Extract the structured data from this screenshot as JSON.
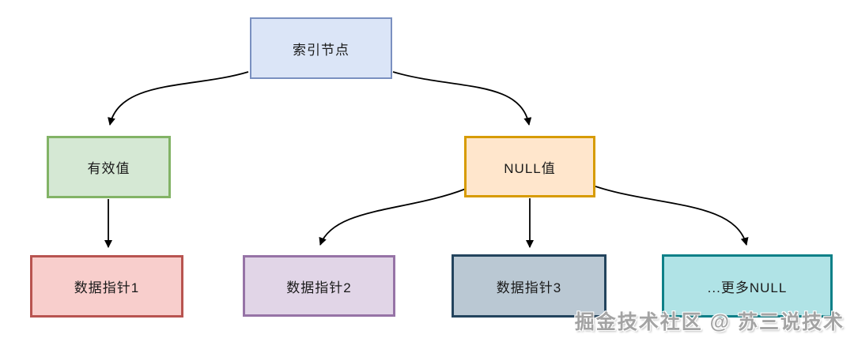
{
  "diagram": {
    "title_hint": "index-null-value-tree",
    "background": "#ffffff",
    "arrow_color": "#000000",
    "nodes": [
      {
        "id": "index-node",
        "label": "索引节点",
        "fill": "#dbe5f7",
        "border": "#7a90c0"
      },
      {
        "id": "valid-value",
        "label": "有效值",
        "fill": "#d5e8d4",
        "border": "#82b366"
      },
      {
        "id": "null-value",
        "label": "NULL值",
        "fill": "#ffe6cc",
        "border": "#d79b00"
      },
      {
        "id": "data-pointer-1",
        "label": "数据指针1",
        "fill": "#f8cecc",
        "border": "#b85450"
      },
      {
        "id": "data-pointer-2",
        "label": "数据指针2",
        "fill": "#e1d5e7",
        "border": "#9673a6"
      },
      {
        "id": "data-pointer-3",
        "label": "数据指针3",
        "fill": "#bac8d3",
        "border": "#23445d"
      },
      {
        "id": "more-null",
        "label": "...更多NULL",
        "fill": "#b0e3e6",
        "border": "#0e8088"
      }
    ],
    "edges": [
      {
        "from": "索引节点",
        "to": "有效值"
      },
      {
        "from": "索引节点",
        "to": "NULL值"
      },
      {
        "from": "有效值",
        "to": "数据指针1"
      },
      {
        "from": "NULL值",
        "to": "数据指针2"
      },
      {
        "from": "NULL值",
        "to": "数据指针3"
      },
      {
        "from": "NULL值",
        "to": "...更多NULL"
      }
    ]
  },
  "watermark": {
    "text": "掘金技术社区 @ 苏三说技术"
  }
}
